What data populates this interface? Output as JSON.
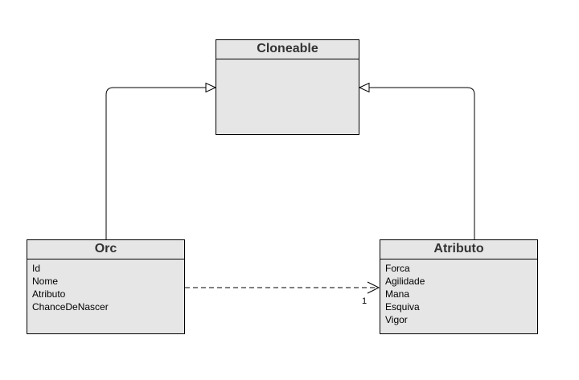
{
  "diagram": {
    "type": "uml-class-diagram",
    "classes": [
      {
        "id": "cloneable",
        "name": "Cloneable",
        "attributes": []
      },
      {
        "id": "orc",
        "name": "Orc",
        "attributes": [
          "Id",
          "Nome",
          "Atributo",
          "ChanceDeNascer"
        ]
      },
      {
        "id": "atributo",
        "name": "Atributo",
        "attributes": [
          "Forca",
          "Agilidade",
          "Mana",
          "Esquiva",
          "Vigor"
        ]
      }
    ],
    "relations": [
      {
        "type": "realization",
        "from": "orc",
        "to": "cloneable"
      },
      {
        "type": "realization",
        "from": "atributo",
        "to": "cloneable"
      },
      {
        "type": "dependency",
        "from": "orc",
        "to": "atributo",
        "target_multiplicity": "1"
      }
    ],
    "colors": {
      "class_fill": "#e6e6e6",
      "stroke": "#000000",
      "title_text": "#333333",
      "background": "#ffffff"
    }
  }
}
